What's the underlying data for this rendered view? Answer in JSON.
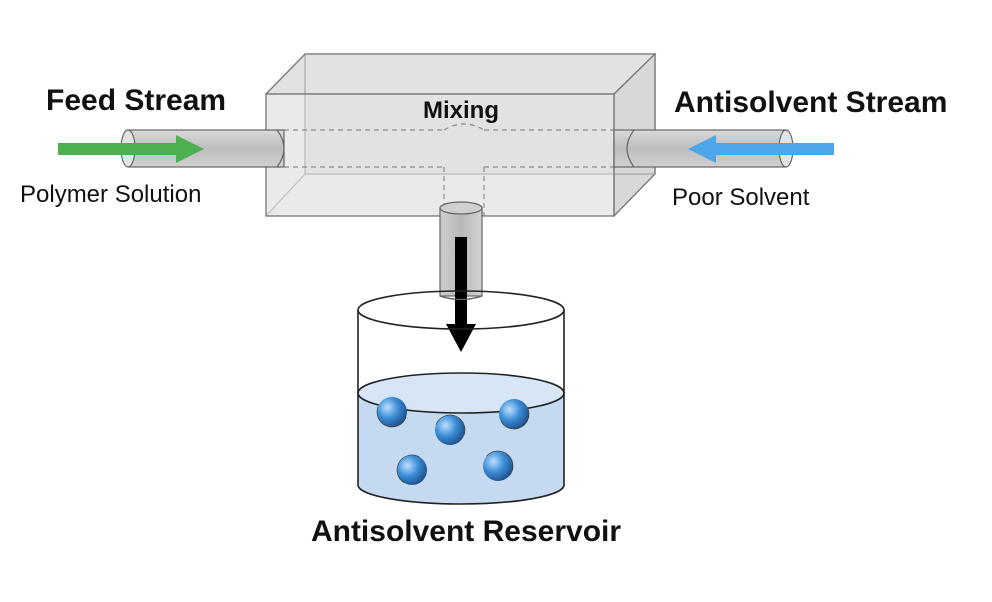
{
  "labels": {
    "feed_stream": "Feed Stream",
    "polymer_solution": "Polymer Solution",
    "antisolvent_stream": "Antisolvent Stream",
    "poor_solvent": "Poor Solvent",
    "mixing": "Mixing",
    "reservoir": "Antisolvent Reservoir"
  },
  "colors": {
    "feed_arrow": "#4caf50",
    "antisolvent_arrow": "#4da6e8",
    "outlet_arrow": "#000000",
    "liquid": "#c5daf0",
    "chamber": "#e6e6e6",
    "pipe": "#c8c8c8"
  },
  "particle_count": 5
}
